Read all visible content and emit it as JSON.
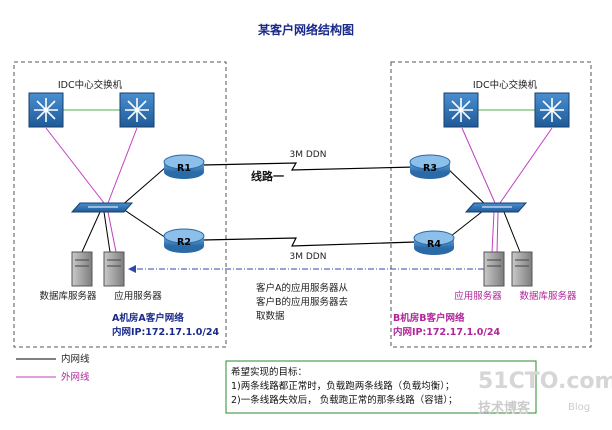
{
  "title": "某客户网络结构图",
  "site_a": {
    "core_label": "IDC中心交换机",
    "router1": "R1",
    "router2": "R2",
    "db_server": "数据库服务器",
    "app_server": "应用服务器",
    "room_label": "A机房A客户网络",
    "ip_label": "内网IP:172.17.1.0/24"
  },
  "site_b": {
    "core_label": "IDC中心交换机",
    "router3": "R3",
    "router4": "R4",
    "app_server": "应用服务器",
    "db_server": "数据库服务器",
    "room_label": "B机房B客户网络",
    "ip_label": "内网IP:172.17.1.0/24"
  },
  "links": {
    "ddn_top": "3M DDN",
    "line_one": "线路一",
    "ddn_bottom": "3M DDN"
  },
  "access_note": {
    "line1": "客户A的应用服务器从",
    "line2": "客户B的应用服务器去",
    "line3": "取数据"
  },
  "legend": {
    "inner": "内网线",
    "outer": "外网线"
  },
  "goals": {
    "heading": "希望实现的目标：",
    "item1": "1)两条线路都正常时，负载跑两条线路（负载均衡）；",
    "item2": "2)一条线路失效后，  负载跑正常的那条线路（容错）；"
  },
  "watermark": {
    "site": "51CTO.com",
    "blog_cn": "技术博客",
    "blog_en": "Blog"
  },
  "colors": {
    "inner_line": "#000000",
    "outer_line": "#c040c0",
    "title": "#1a2a8a",
    "site_b_label": "#b0259a",
    "router": "#2b6fa8",
    "switch": "#2f6fb0",
    "arrow": "#3344aa"
  }
}
